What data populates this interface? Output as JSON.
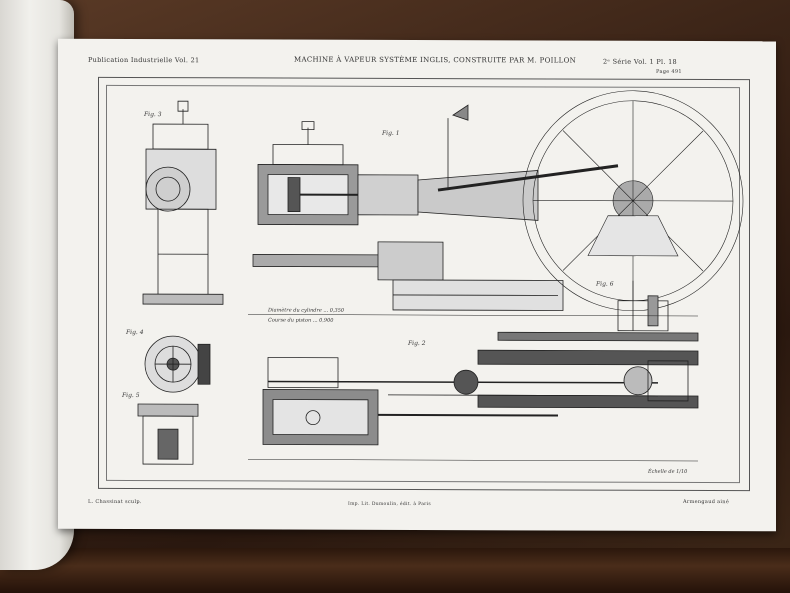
{
  "plate": {
    "header_left": "Publication Industrielle  Vol. 21",
    "header_title": "MACHINE À VAPEUR SYSTÈME INGLIS, CONSTRUITE PAR M. POILLON",
    "header_right": "2ᵉ Série  Vol. 1  Pl. 18",
    "corner_note": "Page 491",
    "footer_left": "L. Chassinat sculp.",
    "footer_center": "Imp. Lit. Dumoulin, édit. à Paris",
    "footer_right": "Armengaud ainé",
    "fig_labels": [
      "Fig. 3",
      "Fig. 1",
      "Fig. 4",
      "Fig. 5",
      "Fig. 2",
      "Fig. 6"
    ],
    "dims_note_1": "Diamètre du cylindre ... 0,350",
    "dims_note_2": "Course du piston ... 0,900",
    "scale_note": "Échelle de 1/10"
  }
}
